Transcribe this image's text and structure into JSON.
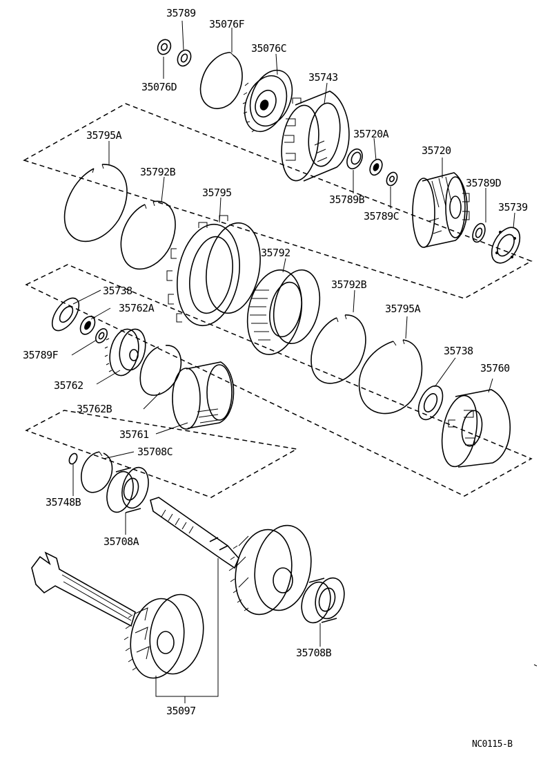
{
  "diagram_code": "NC0115-B",
  "part_labels": [
    {
      "id": "p35789",
      "text": "35789"
    },
    {
      "id": "p35076F",
      "text": "35076F"
    },
    {
      "id": "p35076C",
      "text": "35076C"
    },
    {
      "id": "p35076D",
      "text": "35076D"
    },
    {
      "id": "p35743",
      "text": "35743"
    },
    {
      "id": "p35720A",
      "text": "35720A"
    },
    {
      "id": "p35720",
      "text": "35720"
    },
    {
      "id": "p35795A_top",
      "text": "35795A"
    },
    {
      "id": "p35792B_top",
      "text": "35792B"
    },
    {
      "id": "p35795",
      "text": "35795"
    },
    {
      "id": "p35789B",
      "text": "35789B"
    },
    {
      "id": "p35789D",
      "text": "35789D"
    },
    {
      "id": "p35789C",
      "text": "35789C"
    },
    {
      "id": "p35739",
      "text": "35739"
    },
    {
      "id": "p35738_left",
      "text": "35738"
    },
    {
      "id": "p35762A",
      "text": "35762A"
    },
    {
      "id": "p35792",
      "text": "35792"
    },
    {
      "id": "p35792B_mid",
      "text": "35792B"
    },
    {
      "id": "p35795A_mid",
      "text": "35795A"
    },
    {
      "id": "p35789F",
      "text": "35789F"
    },
    {
      "id": "p35762",
      "text": "35762"
    },
    {
      "id": "p35738_right",
      "text": "35738"
    },
    {
      "id": "p35760",
      "text": "35760"
    },
    {
      "id": "p35762B",
      "text": "35762B"
    },
    {
      "id": "p35761",
      "text": "35761"
    },
    {
      "id": "p35708C",
      "text": "35708C"
    },
    {
      "id": "p35748B",
      "text": "35748B"
    },
    {
      "id": "p35708A",
      "text": "35708A"
    },
    {
      "id": "p35708B",
      "text": "35708B"
    },
    {
      "id": "p35097",
      "text": "35097"
    }
  ]
}
